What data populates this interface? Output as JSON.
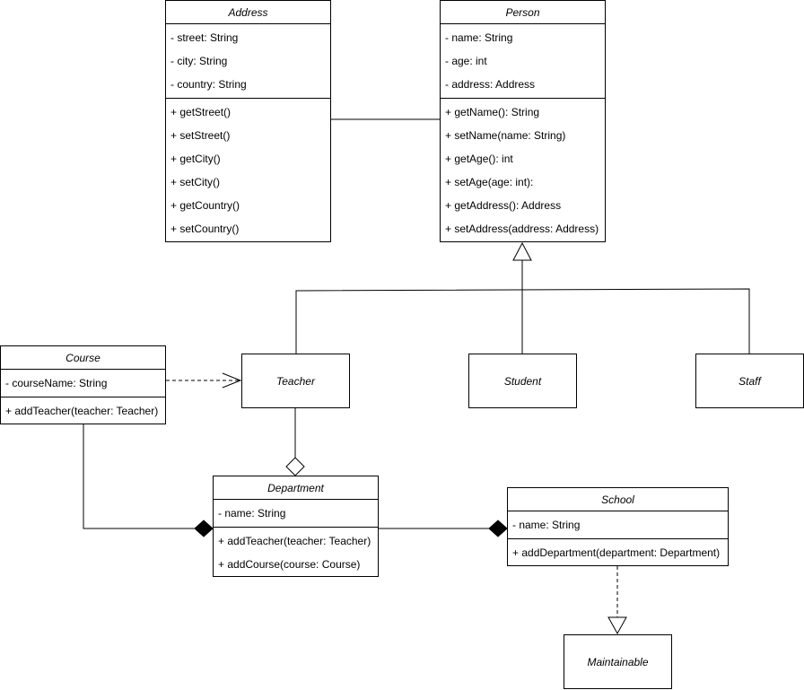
{
  "classes": {
    "address": {
      "title": "Address",
      "attributes": [
        "- street: String",
        "- city: String",
        "- country: String"
      ],
      "methods": [
        "+ getStreet()",
        "+ setStreet()",
        "+ getCity()",
        "+ setCity()",
        "+ getCountry()",
        "+ setCountry()"
      ]
    },
    "person": {
      "title": "Person",
      "attributes": [
        "- name: String",
        "- age: int",
        "- address: Address"
      ],
      "methods": [
        "+ getName(): String",
        "+ setName(name: String)",
        "+ getAge(): int",
        "+ setAge(age: int):",
        "+ getAddress(): Address",
        "+ setAddress(address: Address)"
      ]
    },
    "course": {
      "title": "Course",
      "attributes": [
        "- courseName: String"
      ],
      "methods": [
        "+ addTeacher(teacher: Teacher)"
      ]
    },
    "department": {
      "title": "Department",
      "attributes": [
        "- name: String"
      ],
      "methods": [
        "+ addTeacher(teacher: Teacher)",
        "+ addCourse(course: Course)"
      ]
    },
    "school": {
      "title": "School",
      "attributes": [
        "- name: String"
      ],
      "methods": [
        "+ addDepartment(department: Department)"
      ]
    }
  },
  "simple_classes": {
    "teacher": "Teacher",
    "student": "Student",
    "staff": "Staff",
    "maintainable": "Maintainable"
  }
}
